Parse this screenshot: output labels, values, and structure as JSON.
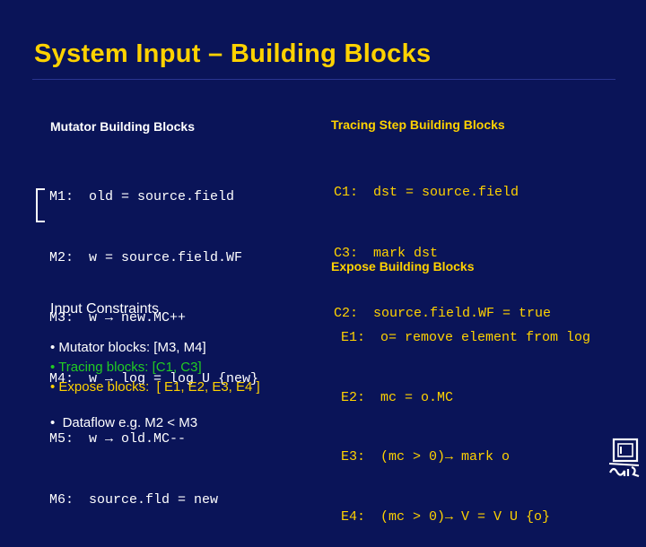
{
  "title": "System Input – Building Blocks",
  "mutator": {
    "heading": "Mutator Building Blocks",
    "items": [
      {
        "label": "M1:",
        "code": "old = source.field"
      },
      {
        "label": "M2:",
        "code": "w = source.field.WF"
      },
      {
        "label": "M3:",
        "code": "w → new.MC++"
      },
      {
        "label": "M4:",
        "code": "w → log = log U {new}"
      },
      {
        "label": "M5:",
        "code": "w → old.MC--"
      },
      {
        "label": "M6:",
        "code": "source.fld = new"
      }
    ]
  },
  "tracing": {
    "heading": "Tracing Step Building Blocks",
    "items": [
      {
        "label": "C1:",
        "code": "dst = source.field"
      },
      {
        "label": "C3:",
        "code": "mark dst"
      },
      {
        "label": "C2:",
        "code": "source.field.WF = true"
      }
    ]
  },
  "expose": {
    "heading": "Expose Building Blocks",
    "items": [
      {
        "label": "E1:",
        "code": "o= remove element from log"
      },
      {
        "label": "E2:",
        "code": "mc = o.MC"
      },
      {
        "label": "E3:",
        "code": "(mc > 0)→ mark o"
      },
      {
        "label": "E4:",
        "code": "(mc > 0)→ V = V U {o}"
      }
    ]
  },
  "constraints": {
    "heading": "Input Constraints",
    "items": [
      {
        "text": "• Mutator blocks: [M3, M4]",
        "color": "#ffffff"
      },
      {
        "text": "• Tracing blocks: [C1, C3]",
        "color": "#22cc22"
      },
      {
        "text": "• Expose blocks:  [ E1, E2, E3, E4 ]",
        "color": "#ffd200"
      }
    ],
    "dataflow": "•  Dataflow e.g. M2 < M3"
  },
  "colors": {
    "background": "#0a1458",
    "accent": "#ffd200",
    "text": "#ffffff",
    "green": "#22cc22"
  }
}
